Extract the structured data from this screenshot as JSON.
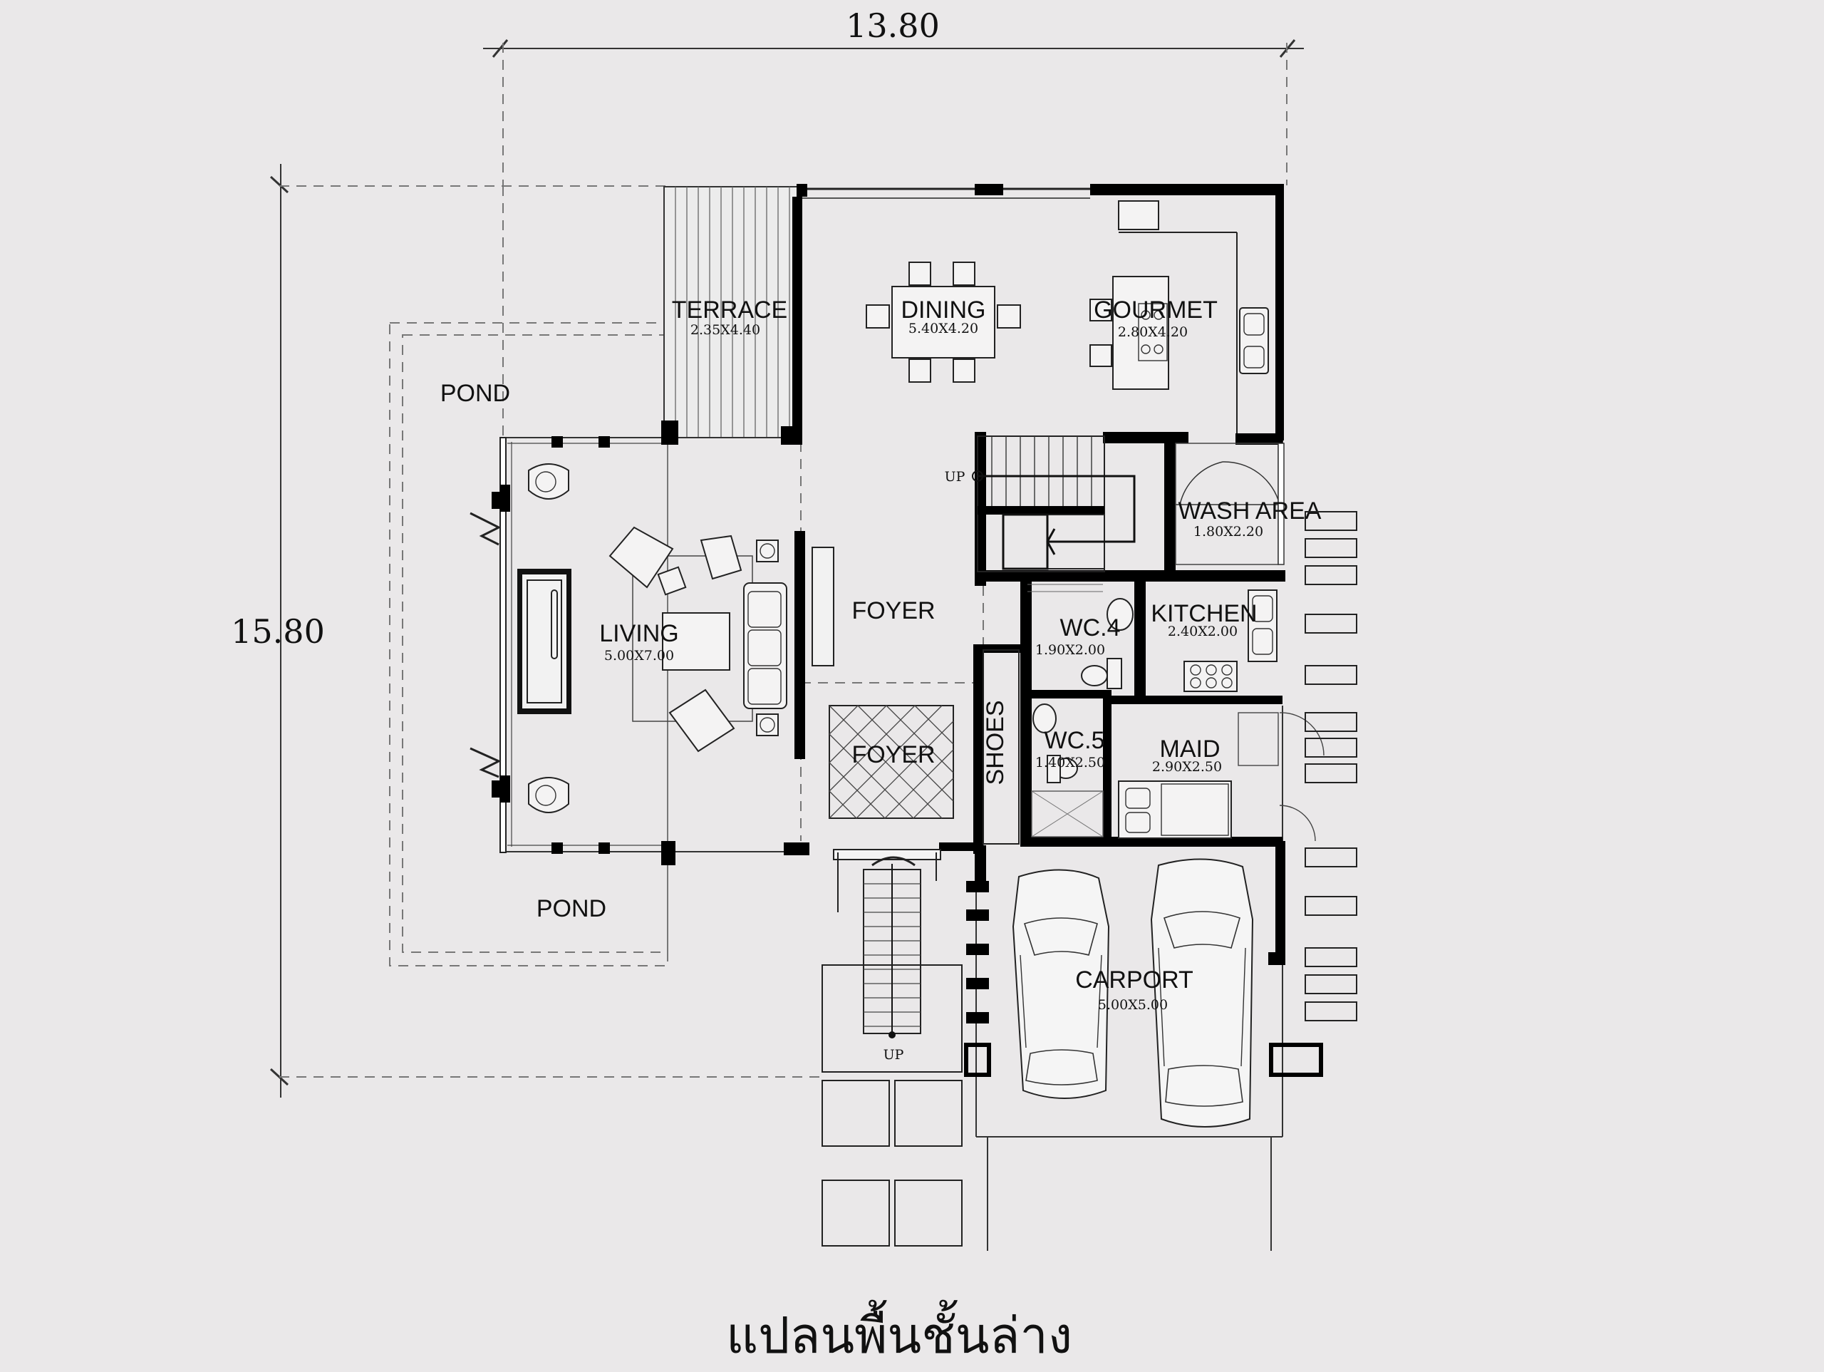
{
  "dimensions": {
    "width": "13.80",
    "height": "15.80"
  },
  "rooms": {
    "terrace": {
      "name": "TERRACE",
      "size": "2.35X4.40"
    },
    "dining": {
      "name": "DINING",
      "size": "5.40X4.20"
    },
    "gourmet": {
      "name": "GOURMET",
      "size": "2.80X4.20"
    },
    "living": {
      "name": "LIVING",
      "size": "5.00X7.00"
    },
    "foyer_upper": {
      "name": "FOYER"
    },
    "foyer_lower": {
      "name": "FOYER"
    },
    "wash_area": {
      "name": "WASH AREA",
      "size": "1.80X2.20"
    },
    "wc4": {
      "name": "WC.4",
      "size": "1.90X2.00"
    },
    "kitchen": {
      "name": "KITCHEN",
      "size": "2.40X2.00"
    },
    "wc5": {
      "name": "WC.5",
      "size": "1.40X2.50"
    },
    "maid": {
      "name": "MAID",
      "size": "2.90X2.50"
    },
    "shoes": {
      "name": "SHOES"
    },
    "carport": {
      "name": "CARPORT",
      "size": "5.00X5.00"
    },
    "pond_top": {
      "name": "POND"
    },
    "pond_bottom": {
      "name": "POND"
    }
  },
  "stairs": {
    "up_inner": "UP",
    "up_entry": "UP"
  },
  "caption": "แปลนพื้นชั้นล่าง"
}
